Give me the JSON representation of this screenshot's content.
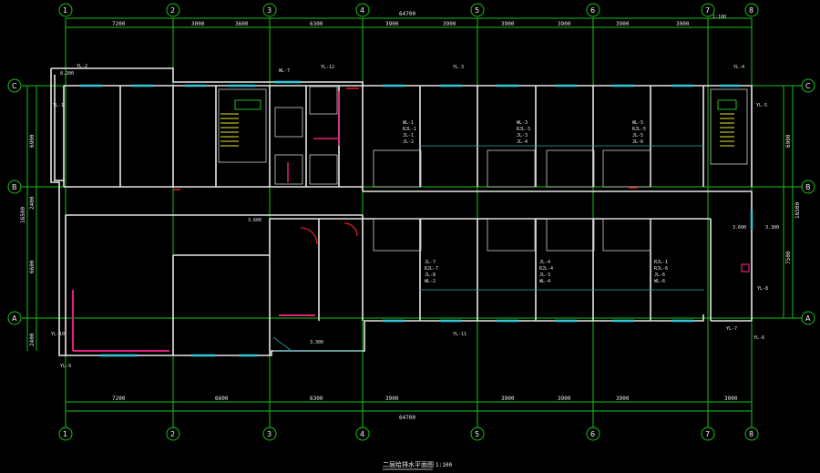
{
  "axes": {
    "vertical": [
      "1",
      "2",
      "3",
      "4",
      "5",
      "6",
      "7",
      "8"
    ],
    "horizontal": [
      "A",
      "B",
      "C"
    ]
  },
  "dimensions": {
    "top_total": "64700",
    "bottom_total": "64700",
    "top_spans": [
      "7200",
      "3000",
      "3600",
      "6300",
      "3900",
      "3900",
      "3900",
      "3900",
      "3900",
      "3000"
    ],
    "bottom_spans": [
      "7200",
      "6600",
      "6300",
      "3900",
      "3900",
      "3900",
      "3900",
      "3000"
    ],
    "left_total": "16500",
    "left_spans": [
      "6900",
      "2400",
      "6600",
      "2400"
    ],
    "right_total": "16500",
    "right_spans": [
      "6900",
      "7500"
    ]
  },
  "pipe_tags": [
    "YL-2",
    "WL-7",
    "YL-12",
    "YL-3",
    "YL-4",
    "YL-1",
    "YL-5",
    "YL-10",
    "YL-9",
    "YL-8",
    "YL-7",
    "YL-6",
    "YL-11"
  ],
  "riser_groups": [
    [
      "WL-1",
      "RJL-1",
      "JL-1",
      "JL-2"
    ],
    [
      "WL-3",
      "RJL-3",
      "JL-3",
      "JL-4"
    ],
    [
      "WL-5",
      "RJL-5",
      "JL-5",
      "JL-6"
    ],
    [
      "JL-7",
      "RJL-7",
      "JL-8",
      "WL-2"
    ],
    [
      "JL-4",
      "RJL-4",
      "JL-3",
      "WL-4"
    ],
    [
      "RJL-1",
      "RJL-6",
      "JL-6",
      "WL-6"
    ]
  ],
  "elevations": [
    "3.600",
    "3.300",
    "3.600",
    "3.300"
  ],
  "marks": [
    "1:100",
    "8.200"
  ],
  "drawing_title": "二层给排水平面图",
  "scale": "1:100",
  "colors": {
    "grid": "#17c317",
    "wall": "#e6e6e6",
    "window": "#34c8d8",
    "pipe": "#e0207a"
  }
}
